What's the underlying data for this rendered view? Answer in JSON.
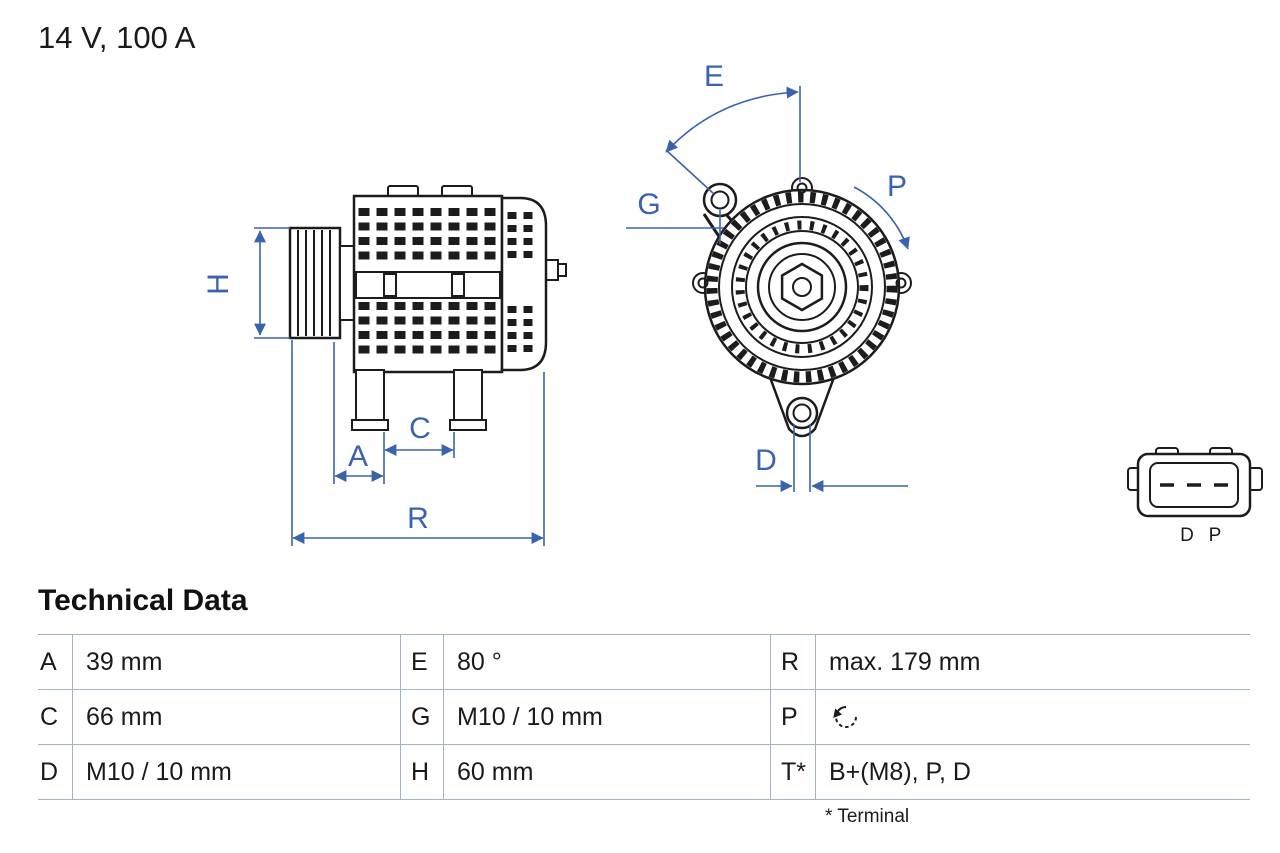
{
  "page": {
    "title": "14 V, 100 A"
  },
  "drawing": {
    "dimension_labels": {
      "H": "H",
      "A": "A",
      "C": "C",
      "R": "R",
      "E": "E",
      "G": "G",
      "P": "P",
      "D": "D"
    },
    "connector_pin_labels": {
      "d": "D",
      "p": "P"
    },
    "icons": {
      "rotation_direction": "rotation-cw-icon"
    }
  },
  "technical_data": {
    "heading": "Technical Data",
    "rows": [
      [
        {
          "key": "A",
          "value": "39 mm"
        },
        {
          "key": "E",
          "value": "80 °"
        },
        {
          "key": "R",
          "value": "max. 179 mm"
        }
      ],
      [
        {
          "key": "C",
          "value": "66 mm"
        },
        {
          "key": "G",
          "value": "M10 / 10 mm"
        },
        {
          "key": "P",
          "value": "",
          "icon": "rotation-cw-icon"
        }
      ],
      [
        {
          "key": "D",
          "value": "M10 / 10 mm"
        },
        {
          "key": "H",
          "value": "60 mm"
        },
        {
          "key": "T*",
          "value": "B+(M8), P, D"
        }
      ]
    ],
    "footnote": "* Terminal"
  },
  "colors": {
    "dimension_blue": "#3a62ae",
    "drawing_black": "#1c1c1c",
    "table_border": "#a3b2c2"
  }
}
